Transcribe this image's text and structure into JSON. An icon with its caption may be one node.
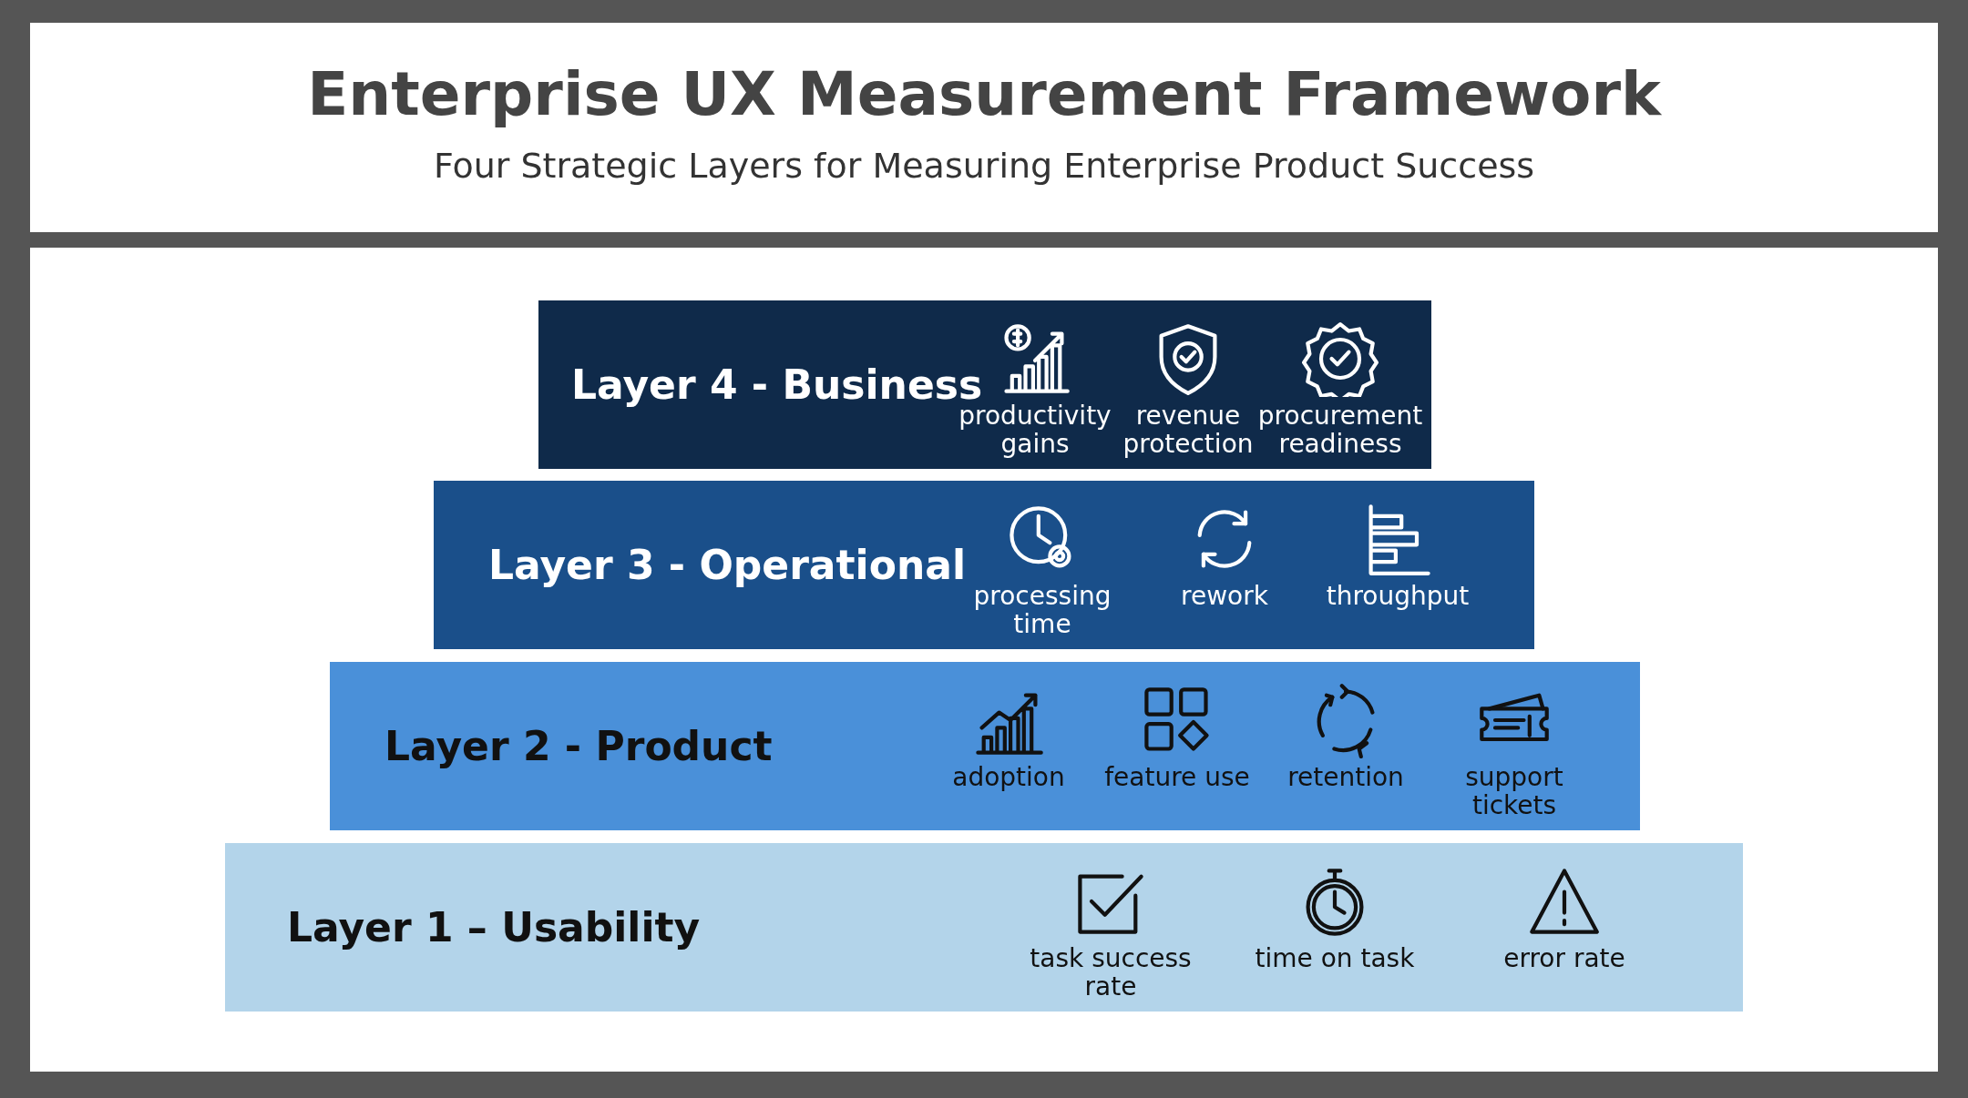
{
  "diagram": {
    "title": "Enterprise UX Measurement Framework",
    "nodes": [
      {
        "text": [
          "Layer 4 - Business",
          "productivity gains",
          "revenue protection",
          "procurement readiness"
        ]
      },
      {
        "text": [
          "Layer 3 - Operational",
          "processing time",
          "rework",
          "throughput"
        ]
      },
      {
        "text": [
          "Layer 2 - Product",
          "adoption",
          "feature use",
          "retention",
          "support tickets"
        ]
      },
      {
        "text": [
          "Layer 1 – Usability",
          "task success rate",
          "time on task",
          "error rate"
        ]
      }
    ],
    "labels": [
      "Four Strategic Layers for Measuring Enterprise Product Success"
    ]
  }
}
